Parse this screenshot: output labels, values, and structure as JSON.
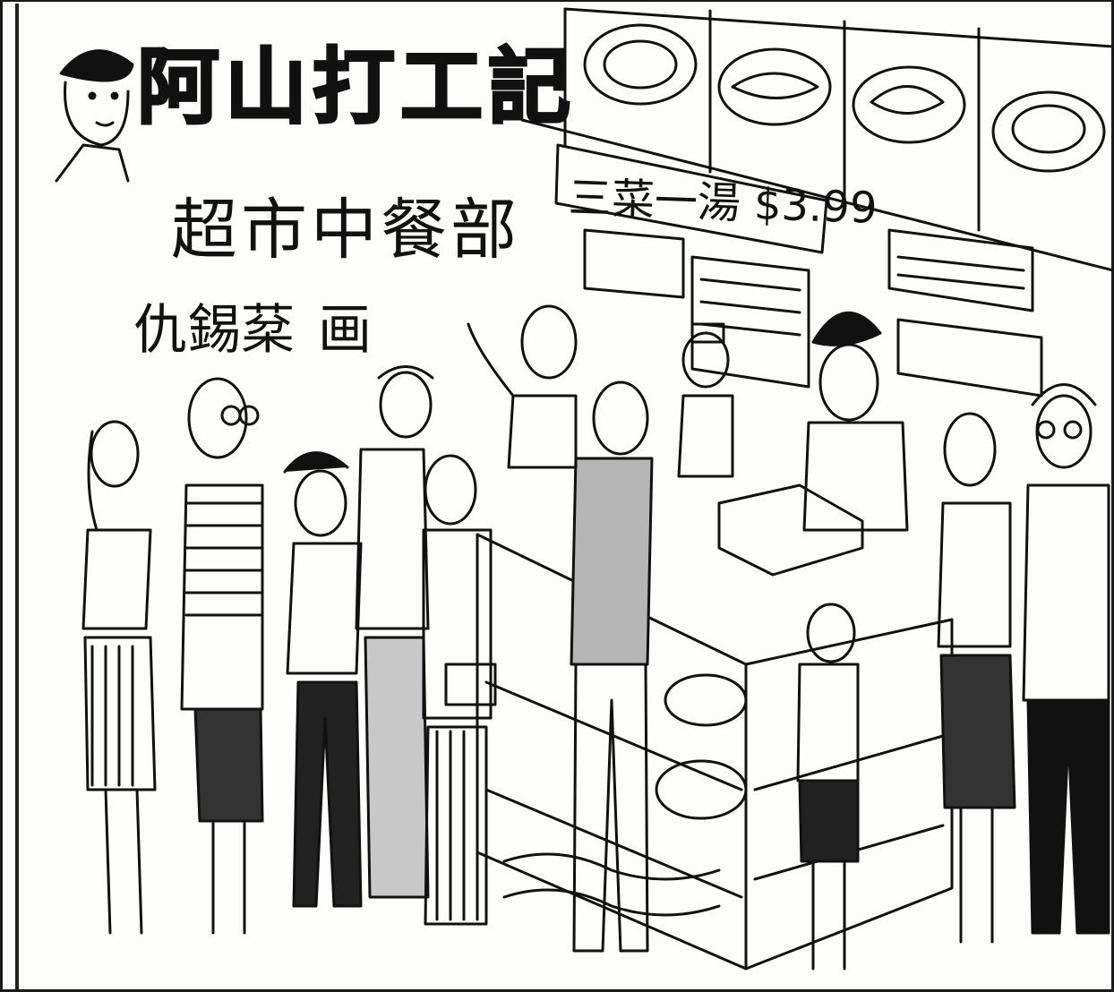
{
  "title": "阿山打工記",
  "subtitle": "超市中餐部",
  "author": {
    "name": "仇錫棻",
    "credit": "画"
  },
  "price_sign": "三菜一湯 $3.99",
  "colors": {
    "ink": "#111111",
    "paper": "#fdfdfb",
    "shade": "#9a9a9a"
  }
}
